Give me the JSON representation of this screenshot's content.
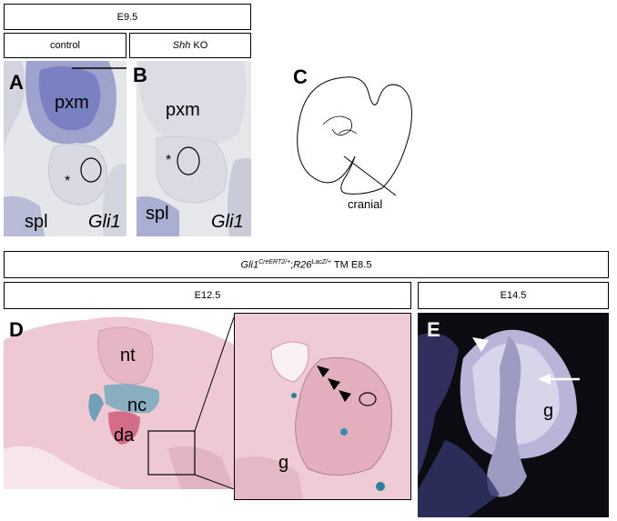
{
  "top": {
    "stage_header": "E9.5",
    "control_label": "control",
    "ko_gene": "Shh",
    "ko_suffix": " KO"
  },
  "panel_a": {
    "letter": "A",
    "pxm": "pxm",
    "spl": "spl",
    "gene": "Gli1",
    "star": "*"
  },
  "panel_b": {
    "letter": "B",
    "pxm": "pxm",
    "spl": "spl",
    "gene": "Gli1",
    "star": "*"
  },
  "panel_c": {
    "letter": "C",
    "cranial": "cranial"
  },
  "bottom": {
    "genotype_a": "Gli1",
    "genotype_a_sup": "CreERT2/+",
    "genotype_sep": ";",
    "genotype_b": "R26",
    "genotype_b_sup": "LacZ/+",
    "tm": " TM E8.5",
    "stage_d": "E12.5",
    "stage_e": "E14.5"
  },
  "panel_d": {
    "letter": "D",
    "nt": "nt",
    "nc": "nc",
    "da": "da",
    "g": "g"
  },
  "panel_e": {
    "letter": "E",
    "g": "g"
  }
}
